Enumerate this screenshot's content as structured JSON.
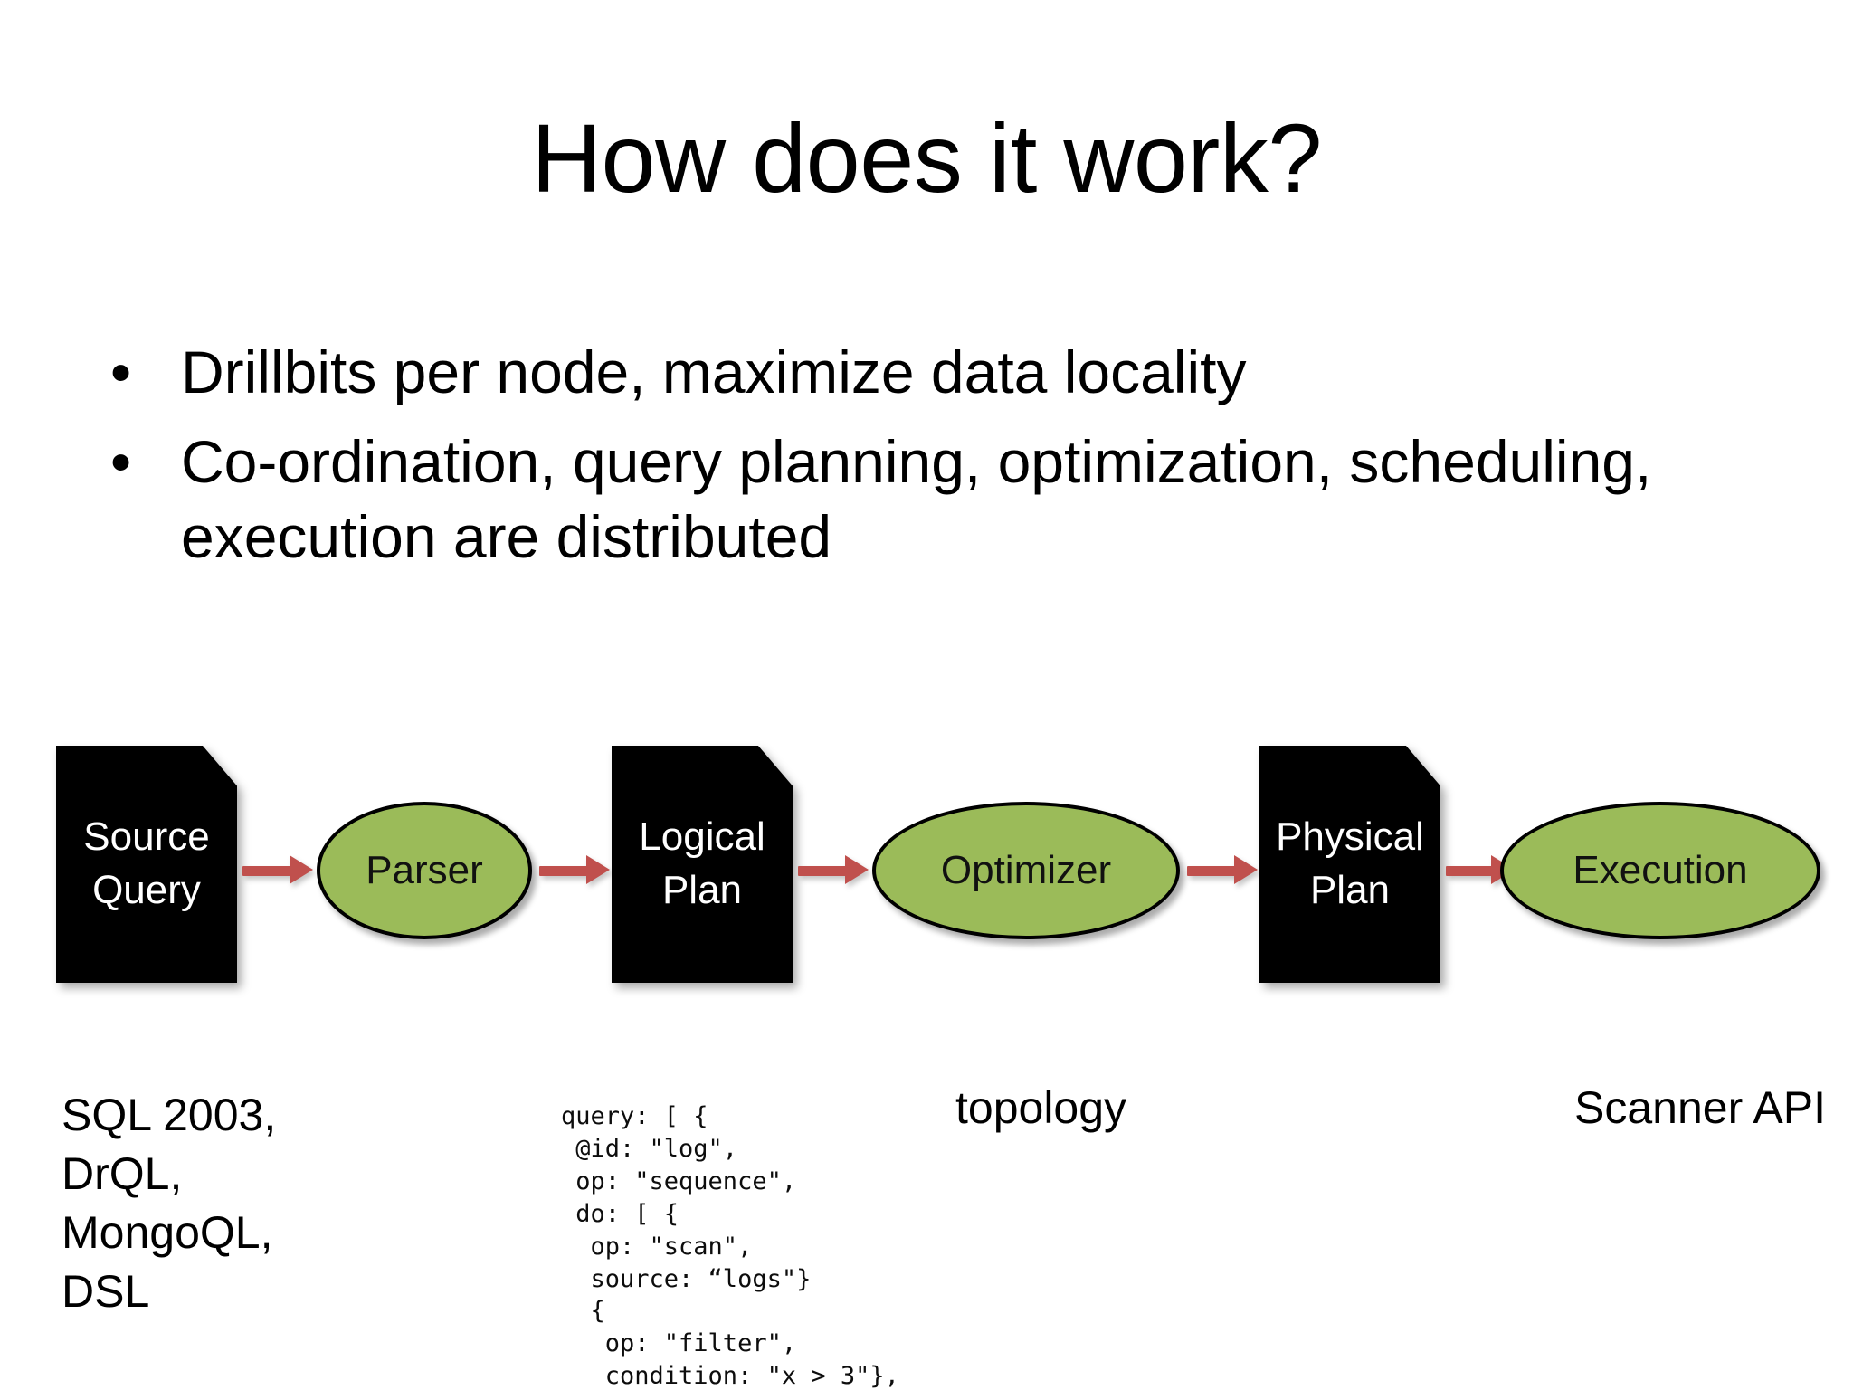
{
  "slide": {
    "title": "How does it work?",
    "bullet_marker": "•",
    "bullets": [
      "Drillbits per node, maximize data locality",
      "Co-ordination, query planning, optimization, scheduling, execution are distributed"
    ]
  },
  "colors": {
    "background": "#ffffff",
    "text": "#000000",
    "node_document_fill": "#000000",
    "node_document_text": "#ffffff",
    "node_ellipse_fill": "#9BBB59",
    "node_ellipse_stroke": "#000000",
    "node_ellipse_text": "#111111",
    "arrow": "#C0504D"
  },
  "flow": {
    "nodes": [
      {
        "id": "source-query",
        "type": "document",
        "label": "Source\nQuery",
        "label_line1": "Source",
        "label_line2": "Query"
      },
      {
        "id": "parser",
        "type": "ellipse",
        "label": "Parser"
      },
      {
        "id": "logical-plan",
        "type": "document",
        "label": "Logical\nPlan",
        "label_line1": "Logical",
        "label_line2": "Plan"
      },
      {
        "id": "optimizer",
        "type": "ellipse",
        "label": "Optimizer"
      },
      {
        "id": "physical-plan",
        "type": "document",
        "label": "Physical\nPlan",
        "label_line1": "Physical",
        "label_line2": "Plan"
      },
      {
        "id": "execution",
        "type": "ellipse",
        "label": "Execution"
      }
    ],
    "connector_count": 5,
    "connector_style": "single-headed arrow pointing right"
  },
  "captions": {
    "sources": "SQL 2003,\nDrQL,\nMongoQL,\nDSL",
    "sources_lines": [
      "SQL 2003,",
      "DrQL,",
      "MongoQL,",
      "DSL"
    ],
    "topology": "topology",
    "scanner_api": "Scanner API"
  },
  "code_sample": {
    "language": "json-like",
    "text": "query: [ {\n @id: \"log\",\n op: \"sequence\",\n do: [ {\n  op: \"scan\",\n  source: “logs\"}\n  {\n   op: \"filter\",\n   condition: \"x > 3\"},\n…"
  }
}
